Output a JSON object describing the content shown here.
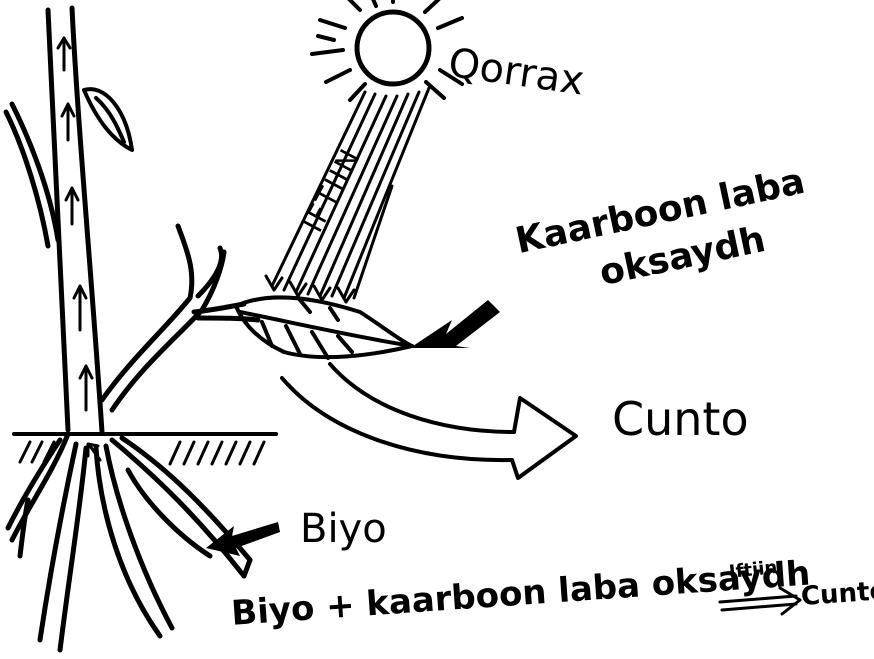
{
  "labels": {
    "sun": "Qorrax",
    "light": "IFTIIN",
    "carbon_dioxide_line1": "Kaarboon laba",
    "carbon_dioxide_line2": "oksaydh",
    "food": "Cunto",
    "water": "Biyo"
  },
  "equation": {
    "reactants": "Biyo + kaarboon laba oksaydh",
    "condition": "Iftiin",
    "product": "Cunto"
  },
  "colors": {
    "ink": "#000000",
    "paper": "#ffffff"
  },
  "icons": [
    "sun-icon",
    "plant-stem",
    "leaf-icon",
    "root-system",
    "arrow-icon"
  ]
}
